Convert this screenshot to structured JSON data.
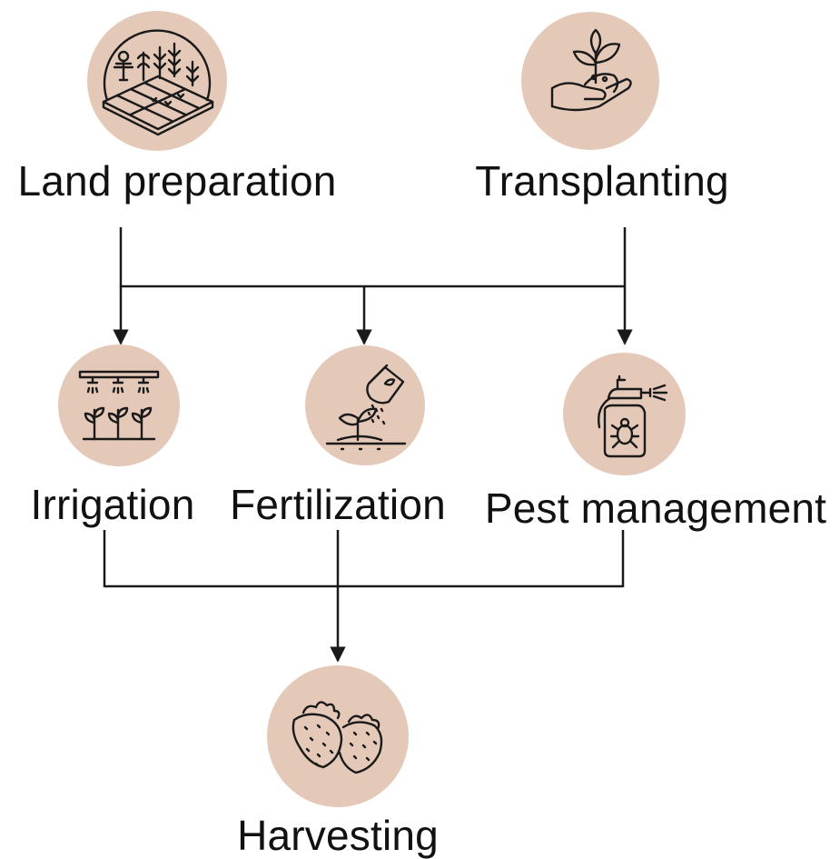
{
  "diagram": {
    "steps": {
      "land_preparation": {
        "label": "Land preparation",
        "icon": "farm-field-icon"
      },
      "transplanting": {
        "label": "Transplanting",
        "icon": "seedling-hand-icon"
      },
      "irrigation": {
        "label": "Irrigation",
        "icon": "sprinkler-icon"
      },
      "fertilization": {
        "label": "Fertilization",
        "icon": "fertilizer-bag-icon"
      },
      "pest_management": {
        "label": "Pest management",
        "icon": "spray-bottle-icon"
      },
      "harvesting": {
        "label": "Harvesting",
        "icon": "strawberry-icon"
      }
    },
    "colors": {
      "circle_fill": "#e4c9b8",
      "line": "#1a1a1a"
    }
  }
}
